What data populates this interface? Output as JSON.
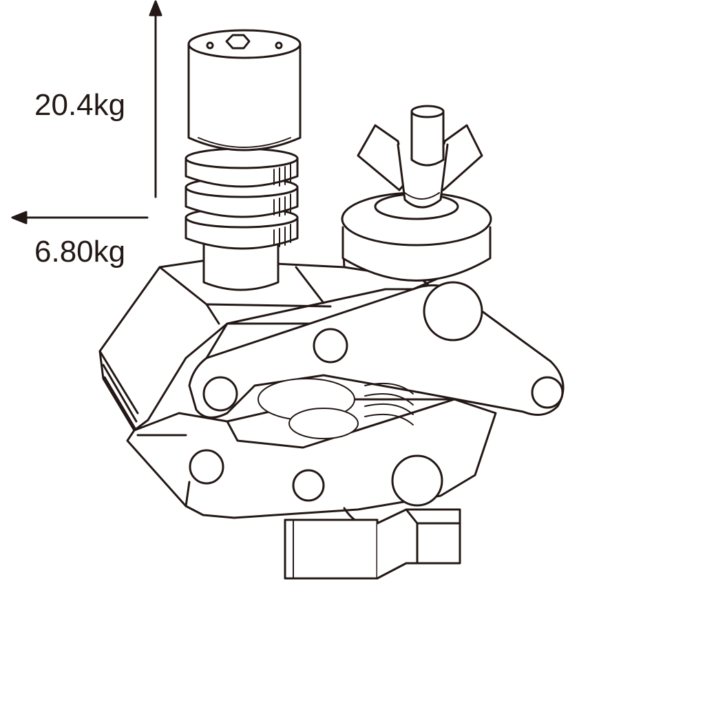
{
  "load_ratings": {
    "vertical": "20.4kg",
    "horizontal": "6.80kg"
  },
  "colors": {
    "line": "#231815",
    "background": "#ffffff"
  },
  "product": "super-clamp-with-baby-pin-and-wing-nut"
}
